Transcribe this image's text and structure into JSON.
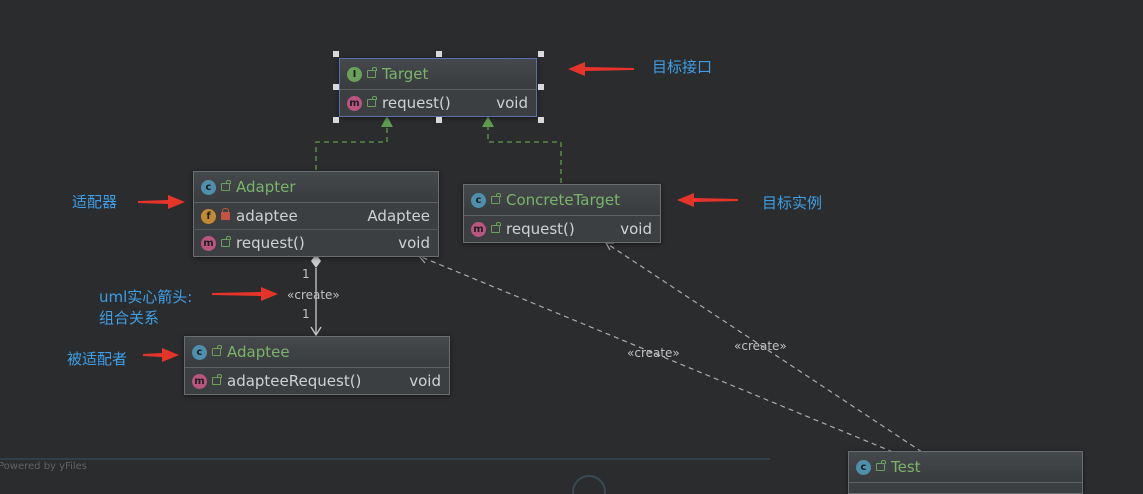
{
  "classes": {
    "target": {
      "badge": "I",
      "name": "Target",
      "members": [
        {
          "badge": "m",
          "name": "request()",
          "type": "void"
        }
      ]
    },
    "adapter": {
      "badge": "c",
      "name": "Adapter",
      "members": [
        {
          "badge": "f",
          "name": "adaptee",
          "type": "Adaptee"
        },
        {
          "badge": "m",
          "name": "request()",
          "type": "void"
        }
      ]
    },
    "concrete": {
      "badge": "c",
      "name": "ConcreteTarget",
      "members": [
        {
          "badge": "m",
          "name": "request()",
          "type": "void"
        }
      ]
    },
    "adaptee": {
      "badge": "c",
      "name": "Adaptee",
      "members": [
        {
          "badge": "m",
          "name": "adapteeRequest()",
          "type": "void"
        }
      ]
    },
    "test": {
      "badge": "c",
      "name": "Test"
    }
  },
  "edges": {
    "composition_top": "1",
    "composition_label": "«create»",
    "composition_bottom": "1",
    "create_label_1": "«create»",
    "create_label_2": "«create»"
  },
  "annotations": {
    "target_interface": "目标接口",
    "adapter": "适配器",
    "concrete_instance": "目标实例",
    "uml_line1": "uml实心箭头:",
    "uml_line2": "组合关系",
    "adaptee": "被适配者"
  },
  "footer": "Powered by yFiles",
  "colors": {
    "background": "#2b2c2d",
    "node": "#3c3f41",
    "class_name": "#7ab36a",
    "annotation": "#3e9fe8",
    "arrow": "#e6342a",
    "realization": "#5f9b4f",
    "dependency": "#a9acae"
  }
}
